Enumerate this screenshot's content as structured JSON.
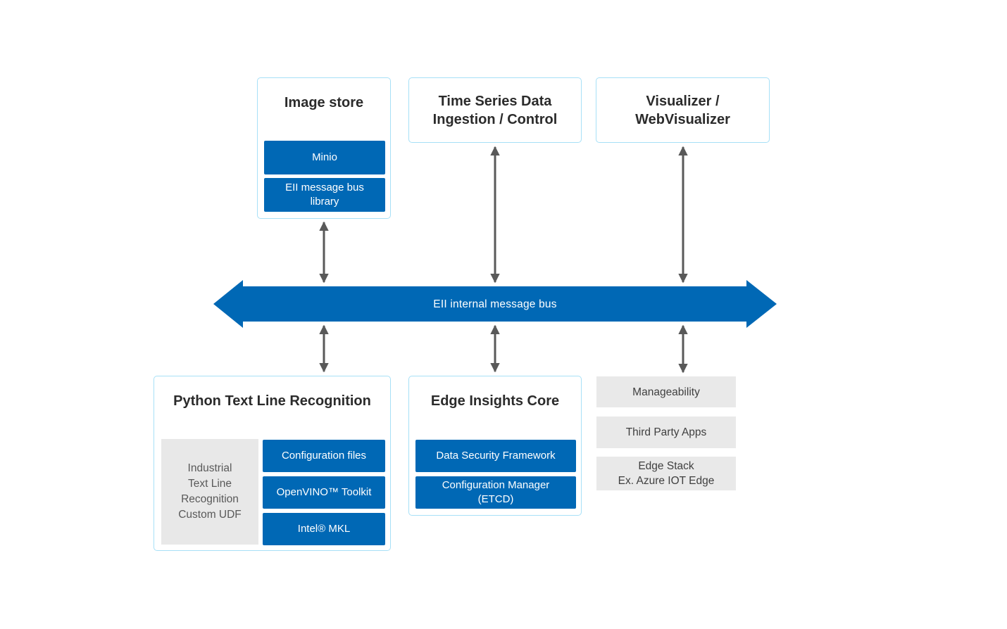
{
  "diagram": {
    "bus_label": "EII internal message bus",
    "top_row": {
      "image_store": {
        "title": "Image store",
        "chips": [
          "Minio",
          "EII message bus\nlibrary"
        ]
      },
      "time_series": {
        "title": "Time Series Data\nIngestion / Control"
      },
      "visualizer": {
        "title": "Visualizer /\nWebVisualizer"
      }
    },
    "bottom_row": {
      "python_tlr": {
        "title": "Python Text Line Recognition",
        "udf_label": "Industrial\nText Line\nRecognition\nCustom UDF",
        "chips": [
          "Configuration files",
          "OpenVINO™ Toolkit",
          "Intel® MKL"
        ]
      },
      "edge_core": {
        "title": "Edge Insights Core",
        "chips": [
          "Data Security Framework",
          "Configuration Manager\n(ETCD)"
        ]
      },
      "side_stack": {
        "items": [
          "Manageability",
          "Third Party Apps",
          "Edge Stack\nEx. Azure IOT Edge"
        ]
      }
    },
    "colors": {
      "intel_blue": "#0068b5",
      "panel_border": "#a7e0f7",
      "gray_fill": "#e8e8e8",
      "gray_text": "#595959",
      "title_text": "#2b2b2b",
      "arrow_gray": "#595959"
    }
  }
}
